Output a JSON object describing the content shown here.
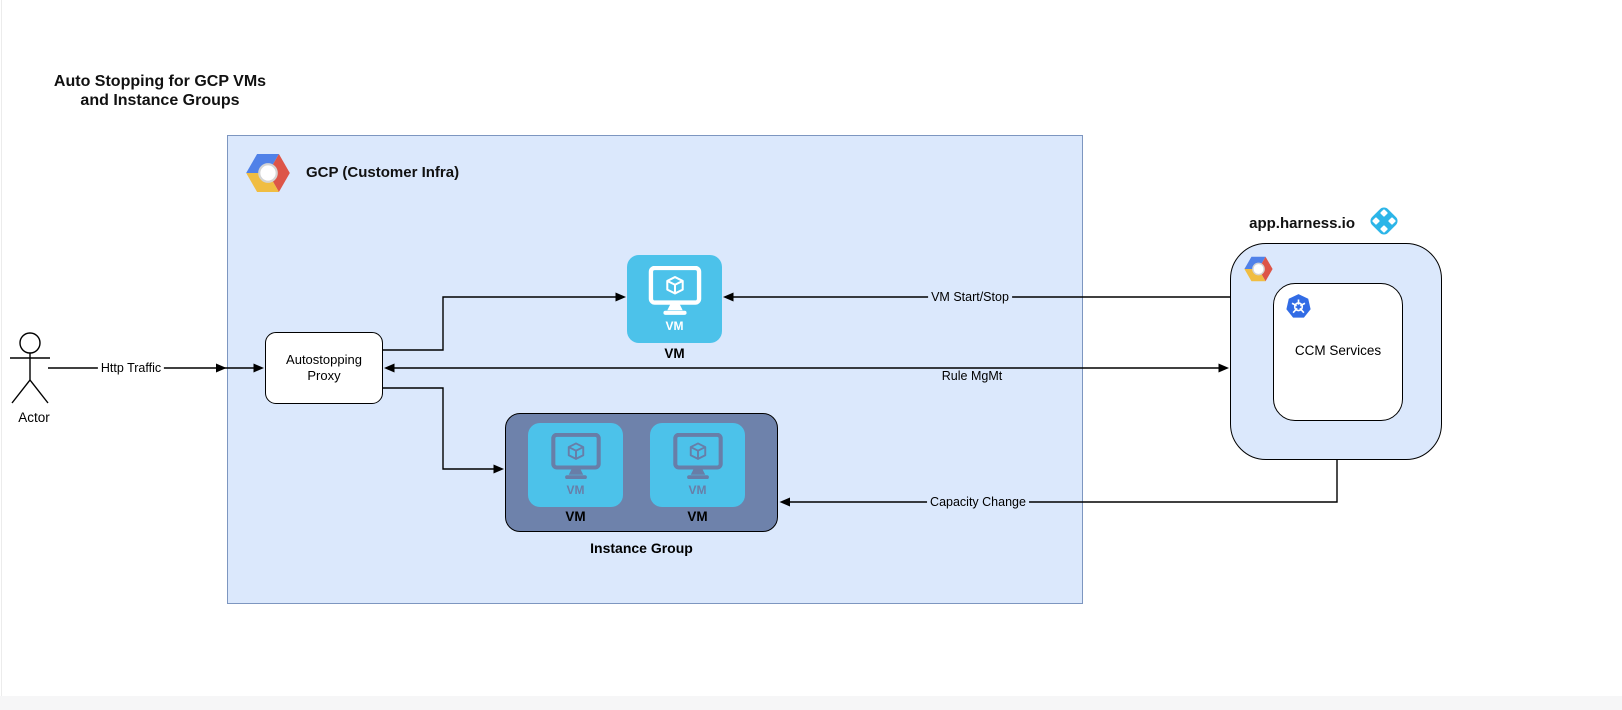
{
  "title": {
    "line1": "Auto Stopping for GCP VMs",
    "line2": "and Instance Groups"
  },
  "actor": {
    "label": "Actor"
  },
  "gcp_box": {
    "label": "GCP (Customer Infra)"
  },
  "proxy": {
    "line1": "Autostopping",
    "line2": "Proxy"
  },
  "vm": {
    "icon_text": "VM",
    "caption": "VM"
  },
  "instance_group": {
    "caption": "Instance Group",
    "vms": [
      {
        "icon_text": "VM",
        "caption": "VM"
      },
      {
        "icon_text": "VM",
        "caption": "VM"
      }
    ]
  },
  "harness": {
    "label": "app.harness.io",
    "ccm_label": "CCM Services"
  },
  "edges": {
    "http_traffic": "Http Traffic",
    "vm_start_stop": "VM Start/Stop",
    "rule_mgmt": "Rule MgMt",
    "capacity_change": "Capacity Change"
  },
  "colors": {
    "gcp_box_fill": "#dbe8fc",
    "gcp_box_border": "#7d96c0",
    "vm_icon_blue": "#4cc2ea",
    "instance_group_fill": "#6e82ab",
    "kubernetes_blue": "#326ce5",
    "harness_blue": "#2cb5e8",
    "gcp_logo_blue": "#5081e8",
    "gcp_logo_red": "#dd5548",
    "gcp_logo_yellow": "#f0bd42",
    "connector_black": "#000000"
  }
}
